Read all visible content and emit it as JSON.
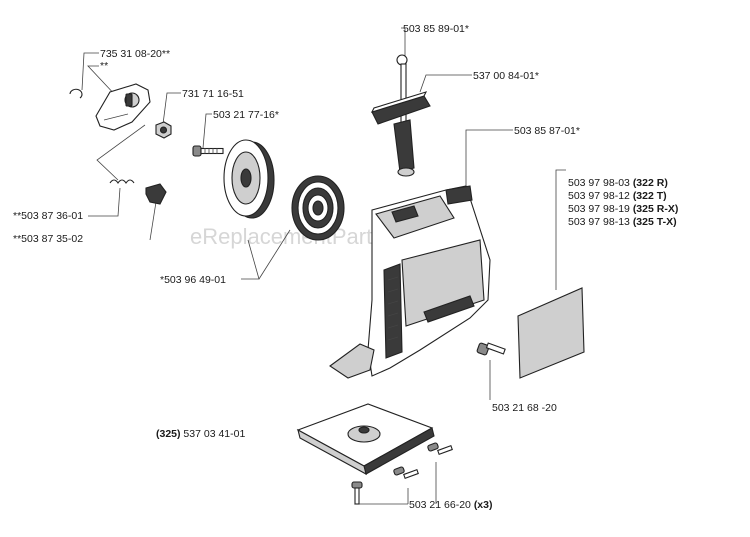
{
  "watermark": "eReplacementParts.com",
  "labels": {
    "l1": "735 31 08-20**",
    "l2": "**",
    "l3": "731 71 16-51",
    "l4": "503 21 77-16*",
    "l5": "**503 87 36-01",
    "l6": "**503 87 35-02",
    "l7": "*503 96 49-01",
    "l8": "503 85 89-01*",
    "l9": "537 00 84-01*",
    "l10": "503 85 87-01*",
    "l11": "503 21 68 -20",
    "l12_prefix": "(325)",
    "l12": " 537 03 41-01",
    "l13": "503 21 66-20 ",
    "l13_suffix": "(x3)",
    "decals": [
      {
        "part": "503 97 98-03 ",
        "model": "(322 R)"
      },
      {
        "part": "503 97 98-12 ",
        "model": "(322 T)"
      },
      {
        "part": "503 97 98-19 ",
        "model": "(325 R-X)"
      },
      {
        "part": "503 97 98-13 ",
        "model": "(325 T-X)"
      }
    ]
  }
}
